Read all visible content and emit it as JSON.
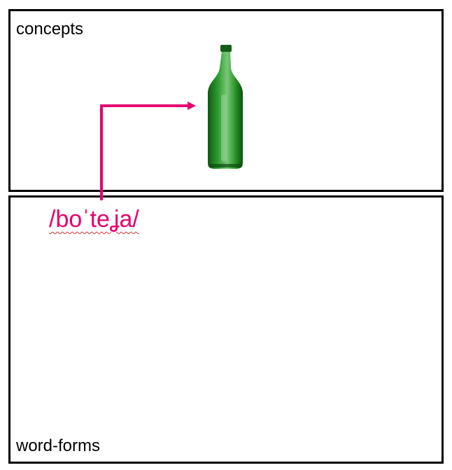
{
  "panels": {
    "concepts_label": "concepts",
    "word_forms_label": "word-forms"
  },
  "word_form": {
    "text": "/boˈteʝa/",
    "color": "#e5006e"
  },
  "concept_image": {
    "icon": "bottle-icon",
    "color": "#1f8a1f"
  },
  "colors": {
    "arrow": "#e5006e",
    "border": "#000000",
    "spellcheck_underline": "#d32f2f"
  }
}
